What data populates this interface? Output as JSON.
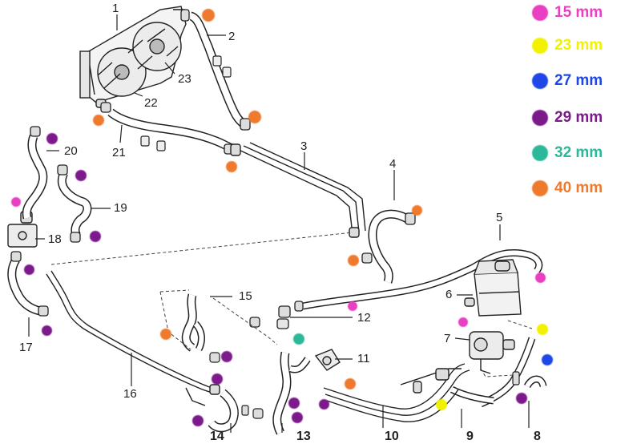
{
  "legend": [
    {
      "size": "15 mm",
      "color": "#e83fc3"
    },
    {
      "size": "23 mm",
      "color": "#f2f200"
    },
    {
      "size": "27 mm",
      "color": "#1e47e6"
    },
    {
      "size": "29 mm",
      "color": "#7c1a8c"
    },
    {
      "size": "32 mm",
      "color": "#2db89a"
    },
    {
      "size": "40 mm",
      "color": "#ee7a2e"
    }
  ],
  "callouts": {
    "c1": "1",
    "c2": "2",
    "c3": "3",
    "c4": "4",
    "c5": "5",
    "c6": "6",
    "c7": "7",
    "c8": "8",
    "c9": "9",
    "c10": "10",
    "c11": "11",
    "c12": "12",
    "c13": "13",
    "c14": "14",
    "c15": "15",
    "c16": "16",
    "c17": "17",
    "c18": "18",
    "c19": "19",
    "c20": "20",
    "c21": "21",
    "c22": "22",
    "c23": "23"
  }
}
